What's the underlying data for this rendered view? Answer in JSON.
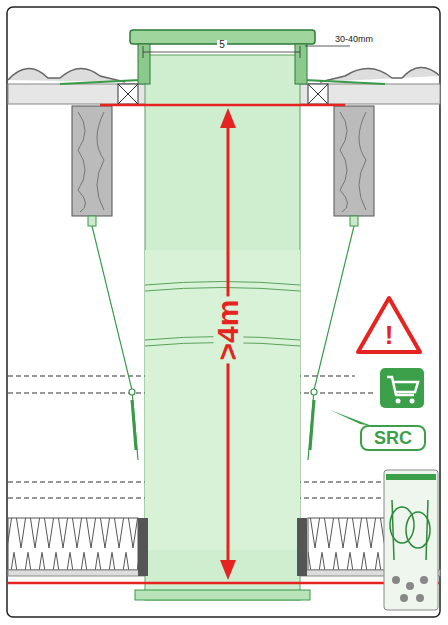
{
  "diagram": {
    "nodes": [
      {
        "text": [
          "!"
        ]
      },
      {
        "text": [
          "SRC"
        ]
      }
    ],
    "labels": [
      "5",
      "30-40mm",
      ">4m"
    ]
  }
}
